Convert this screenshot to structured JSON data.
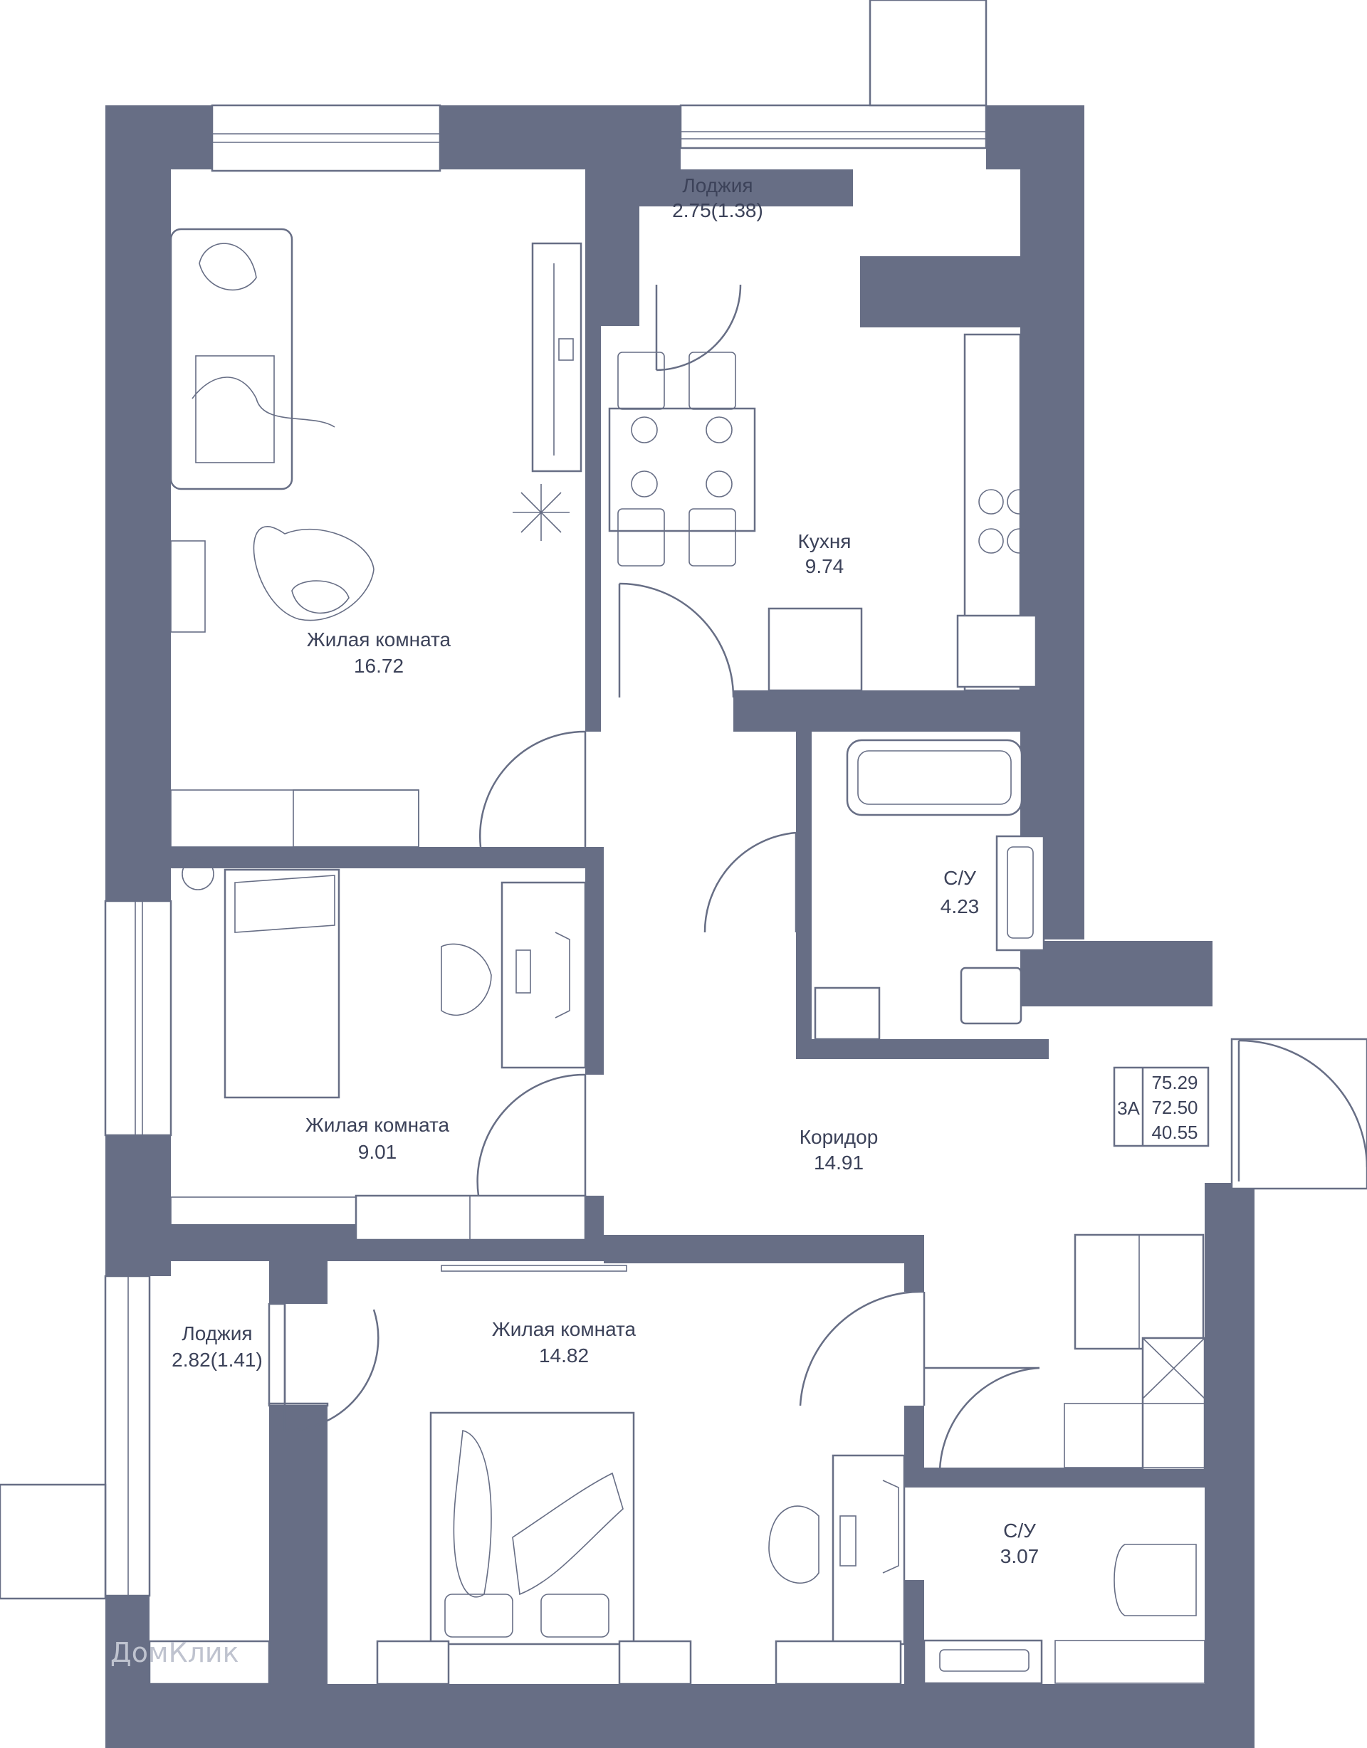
{
  "rooms": [
    {
      "id": "loggia_top",
      "name": "Лоджия",
      "area": "2.75(1.38)"
    },
    {
      "id": "living_1",
      "name": "Жилая комната",
      "area": "16.72"
    },
    {
      "id": "kitchen",
      "name": "Кухня",
      "area": "9.74"
    },
    {
      "id": "bath_1",
      "name": "С/У",
      "area": "4.23"
    },
    {
      "id": "living_2",
      "name": "Жилая комната",
      "area": "9.01"
    },
    {
      "id": "corridor",
      "name": "Коридор",
      "area": "14.91"
    },
    {
      "id": "loggia_bottom",
      "name": "Лоджия",
      "area": "2.82(1.41)"
    },
    {
      "id": "living_3",
      "name": "Жилая комната",
      "area": "14.82"
    },
    {
      "id": "bath_2",
      "name": "С/У",
      "area": "3.07"
    }
  ],
  "flat_info": {
    "type": "3А",
    "total_area": "75.29",
    "area_without_loggias": "72.50",
    "living_area": "40.55"
  },
  "colors": {
    "walls": "#676e85",
    "text": "#3c4259",
    "background": "#ffffff"
  },
  "watermark": "ДомКлик"
}
